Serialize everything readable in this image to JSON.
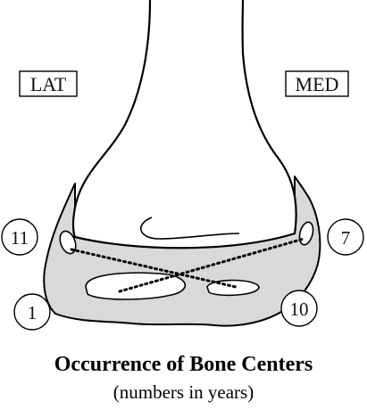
{
  "diagram": {
    "side_labels": {
      "lateral": "LAT",
      "medial": "MED"
    },
    "ossification_ages": {
      "upper_left": "11",
      "lower_left": "1",
      "upper_right": "7",
      "lower_right": "10"
    },
    "caption": {
      "title": "Occurrence of Bone Centers",
      "subtitle": "(numbers in years)"
    },
    "colors": {
      "outline": "#000000",
      "cartilage_fill": "#d9d9d9",
      "bone_fill": "#ffffff"
    }
  }
}
